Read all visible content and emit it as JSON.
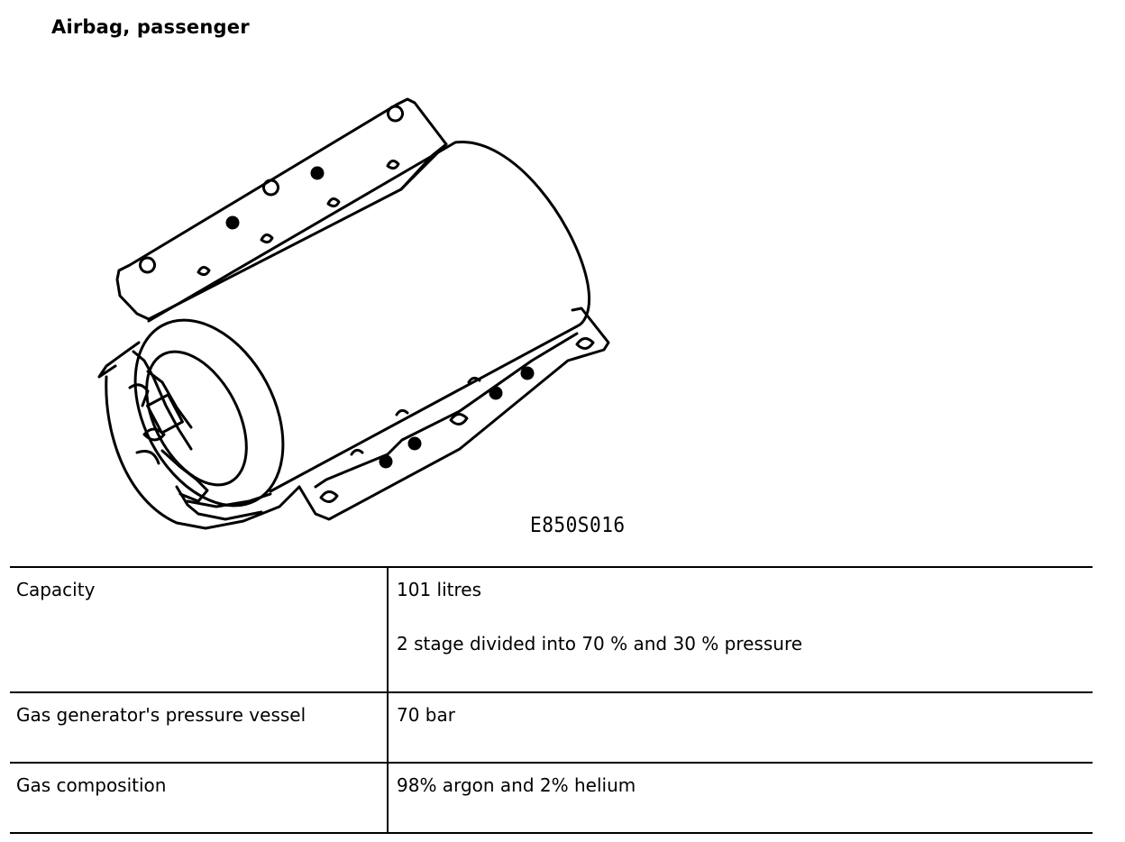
{
  "document": {
    "title": "Airbag, passenger",
    "figure": {
      "code": "E850S016",
      "subject": "passenger-airbag-module-drawing"
    },
    "specs": [
      {
        "label": "Capacity",
        "values": [
          "101 litres",
          "2 stage divided into 70 % and 30 % pressure"
        ]
      },
      {
        "label": "Gas generator's pressure vessel",
        "values": [
          "70 bar"
        ]
      },
      {
        "label": "Gas composition",
        "values": [
          "98% argon and 2% helium"
        ]
      }
    ]
  }
}
